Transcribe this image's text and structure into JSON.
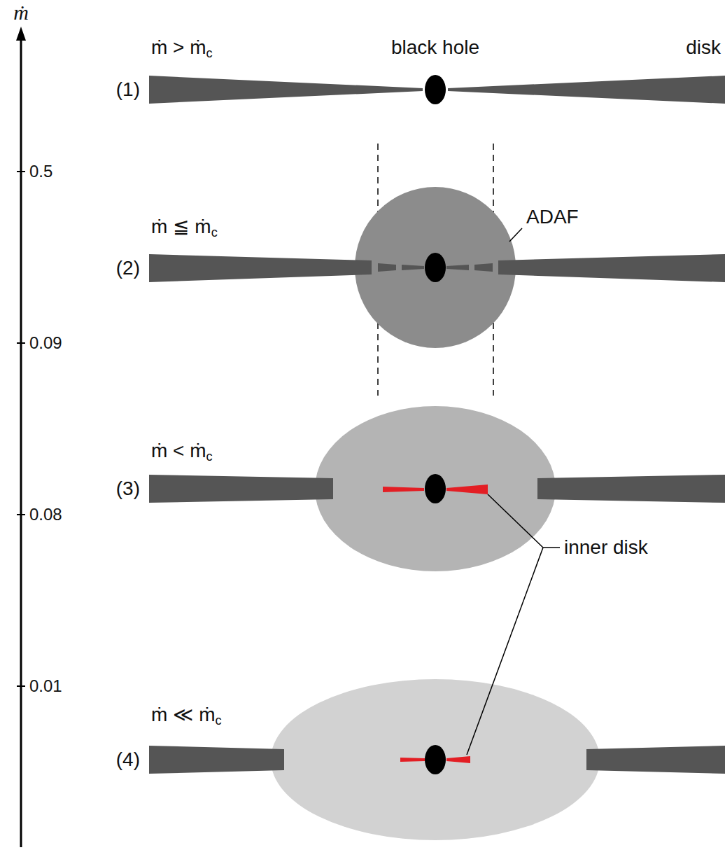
{
  "diagram": {
    "labels": [
      "ṁ",
      "0.5",
      "0.09",
      "0.08",
      "0.01",
      "ṁ > ṁc",
      "(1)",
      "black hole",
      "disk",
      "ṁ ≦ ṁc",
      "(2)",
      "ADAF",
      "ṁ < ṁc",
      "(3)",
      "inner disk",
      "ṁ ≪ ṁc",
      "(4)"
    ]
  }
}
